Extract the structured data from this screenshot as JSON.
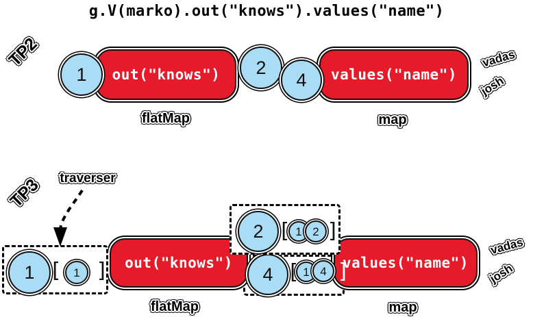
{
  "title": "g.V(marko).out(\"knows\").values(\"name\")",
  "brackets": {
    "open": "[",
    "close": "]"
  },
  "colors": {
    "step_red": "#e51b2c",
    "traverser_blue": "#aadcf5"
  },
  "tp2": {
    "label": "TP2",
    "input": "1",
    "step1": {
      "code": "out(\"knows\")",
      "kind": "flatMap"
    },
    "intermediate": [
      "2",
      "4"
    ],
    "step2": {
      "code": "values(\"name\")",
      "kind": "map"
    },
    "outputs": [
      "vadas",
      "josh"
    ]
  },
  "tp3": {
    "label": "TP3",
    "annotation": "traverser",
    "input": {
      "head": "1",
      "path": [
        "1"
      ]
    },
    "step1": {
      "code": "out(\"knows\")",
      "kind": "flatMap"
    },
    "intermediate": [
      {
        "head": "2",
        "path": [
          "1",
          "2"
        ]
      },
      {
        "head": "4",
        "path": [
          "1",
          "4"
        ]
      }
    ],
    "step2": {
      "code": "values(\"name\")",
      "kind": "map"
    },
    "outputs": [
      "vadas",
      "josh"
    ]
  }
}
